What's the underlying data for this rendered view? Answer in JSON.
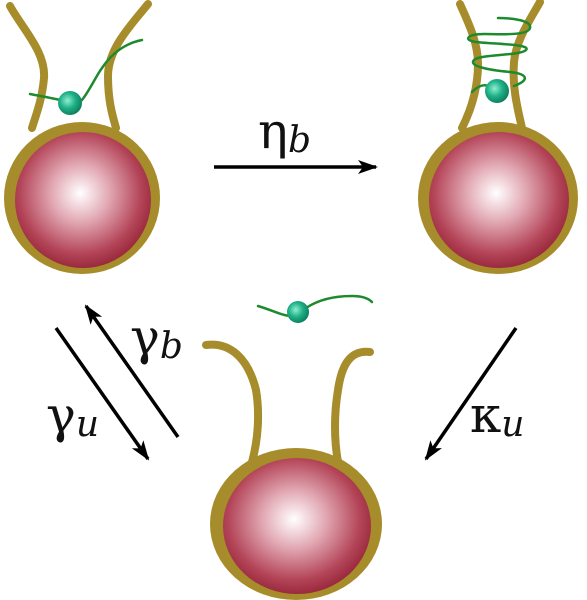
{
  "colors": {
    "membrane": "#a68c2a",
    "cell_core": "#9e2438",
    "cell_highlight": "#ffffff",
    "motor_head": "#1aa07a",
    "motor_tail": "#1e8a2e",
    "arrow": "#000000"
  },
  "states": [
    {
      "id": "bound-state",
      "description_label": ""
    },
    {
      "id": "bundled-state",
      "description_label": ""
    },
    {
      "id": "unbound-state",
      "description_label": ""
    }
  ],
  "transitions": {
    "eta": {
      "symbol": "η",
      "subscript": "b"
    },
    "gamma_b": {
      "symbol": "γ",
      "subscript": "b"
    },
    "gamma_u": {
      "symbol": "γ",
      "subscript": "u"
    },
    "kappa": {
      "symbol": "κ",
      "subscript": "u"
    }
  }
}
